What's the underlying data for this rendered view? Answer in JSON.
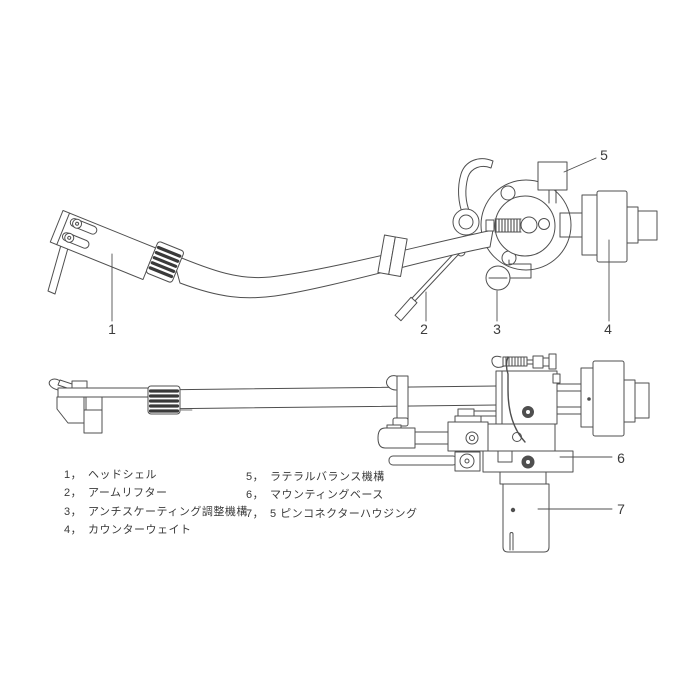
{
  "colors": {
    "line": "#4f4f4f",
    "text": "#3a3a3a",
    "background": "#ffffff"
  },
  "callouts": {
    "c1": "1",
    "c2": "2",
    "c3": "3",
    "c4": "4",
    "c5": "5",
    "c6": "6",
    "c7": "7"
  },
  "legend": {
    "left": [
      {
        "num": "1，",
        "label": "ヘッドシェル"
      },
      {
        "num": "2，",
        "label": "アームリフター"
      },
      {
        "num": "3，",
        "label": "アンチスケーティング調整機構"
      },
      {
        "num": "4，",
        "label": "カウンターウェイト"
      }
    ],
    "right": [
      {
        "num": "5，",
        "label": "ラテラルバランス機構"
      },
      {
        "num": "6，",
        "label": "マウンティングベース"
      },
      {
        "num": "7，",
        "label": "5 ピンコネクターハウジング"
      }
    ]
  }
}
